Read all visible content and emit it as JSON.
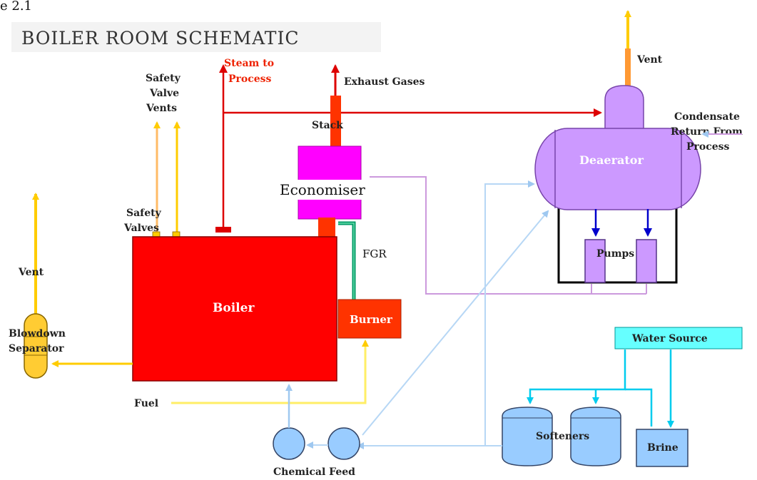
{
  "figure_label": "e 2.1",
  "title": "BOILER ROOM SCHEMATIC",
  "labels": {
    "steam_to_process_1": "Steam to",
    "steam_to_process_2": "Process",
    "exhaust_gases": "Exhaust Gases",
    "safety_valve_vents_1": "Safety",
    "safety_valve_vents_2": "Valve",
    "safety_valve_vents_3": "Vents",
    "stack": "Stack",
    "vent_top": "Vent",
    "condensate_1": "Condensate",
    "condensate_2": "Return From",
    "condensate_3": "Process",
    "deaerator": "Deaerator",
    "economiser": "Economiser",
    "safety_valves_1": "Safety",
    "safety_valves_2": "Valves",
    "vent_left": "Vent",
    "fgr": "FGR",
    "pumps": "Pumps",
    "boiler": "Boiler",
    "burner": "Burner",
    "blowdown_1": "Blowdown",
    "blowdown_2": "Separator",
    "water_source": "Water Source",
    "fuel": "Fuel",
    "softeners": "Softeners",
    "brine": "Brine",
    "chemical_feed": "Chemical Feed"
  },
  "colors": {
    "boiler": "#ff0000",
    "steam_line": "#dd0000",
    "burner": "#ff3300",
    "economiser": "#ff00ff",
    "deaerator": "#cc99ff",
    "vent_line": "#ffcc00",
    "blowdown": "#ffcc33",
    "water_source": "#66ffff",
    "water_line": "#00ccee",
    "feed_line": "#b7d7f5",
    "tank": "#99ccff",
    "fgr_line": "#009966",
    "return_line": "#cc99dd"
  }
}
